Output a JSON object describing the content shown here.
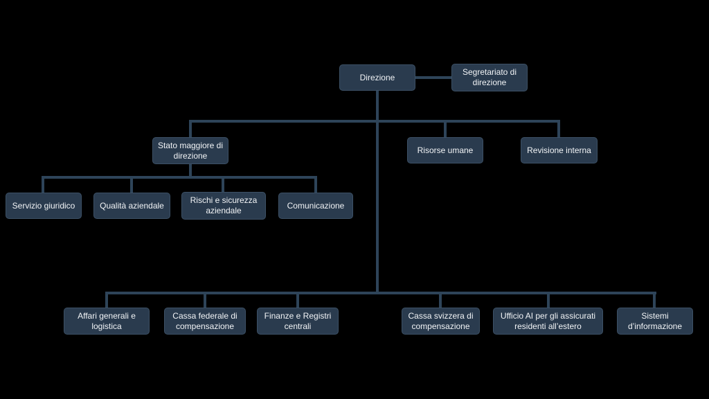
{
  "colors": {
    "background": "#000000",
    "node_fill": "#2A3B4E",
    "node_border": "#3C5065",
    "connector": "#2E4459",
    "text": "#F2F4F6"
  },
  "diagram": {
    "type": "orgchart",
    "language": "it",
    "root": {
      "label": "Direzione"
    },
    "assistant": {
      "label": "Segretariato di direzione"
    },
    "staff_branches": [
      {
        "label": "Stato maggiore di direzione",
        "children": [
          {
            "label": "Servizio giuridico"
          },
          {
            "label": "Qualità aziendale"
          },
          {
            "label": "Rischi e sicurezza aziendale"
          },
          {
            "label": "Comunicazione"
          }
        ]
      },
      {
        "label": "Risorse umane"
      },
      {
        "label": "Revisione interna"
      }
    ],
    "operational_units": [
      {
        "label": "Affari generali e logistica"
      },
      {
        "label": "Cassa federale di compensazione"
      },
      {
        "label": "Finanze e Registri centrali"
      },
      {
        "label": "Cassa svizzera di compensazione"
      },
      {
        "label": "Ufficio AI per gli assicurati residenti all’estero"
      },
      {
        "label": "Sistemi d’informazione"
      }
    ]
  }
}
